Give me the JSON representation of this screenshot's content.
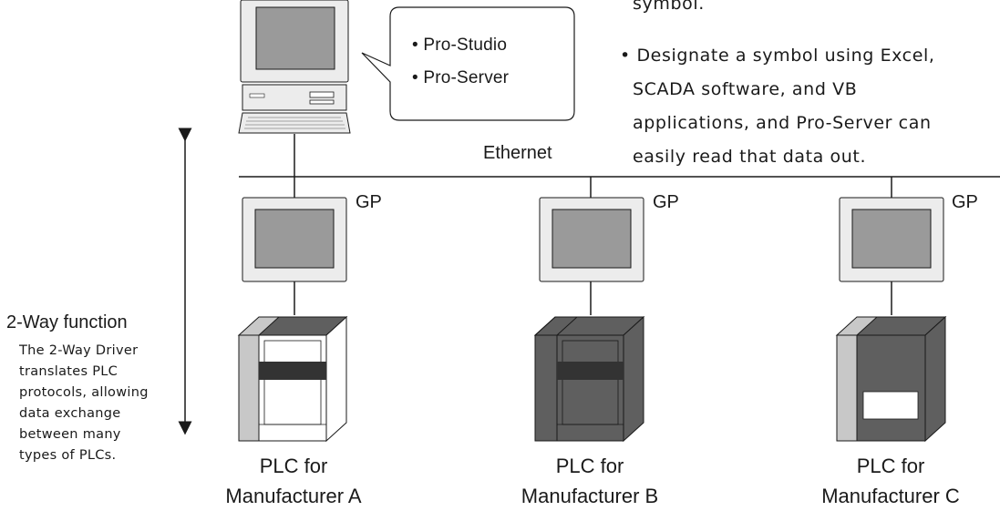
{
  "callout": {
    "items": [
      "• Pro-Studio",
      "• Pro-Server"
    ]
  },
  "network": {
    "label": "Ethernet"
  },
  "notes": {
    "lines": [
      "symbol.",
      "• Designate a symbol using Excel,",
      "SCADA software, and VB",
      "applications, and Pro-Server can",
      "easily read that data out."
    ]
  },
  "two_way": {
    "title": "2-Way function",
    "description_lines": [
      "The 2-Way Driver",
      "translates PLC",
      "protocols, allowing",
      "data exchange",
      "between many",
      "types of PLCs."
    ]
  },
  "gp_label": "GP",
  "plcs": [
    {
      "caption_line1": "PLC for",
      "caption_line2": "Manufacturer A"
    },
    {
      "caption_line1": "PLC for",
      "caption_line2": "Manufacturer B"
    },
    {
      "caption_line1": "PLC for",
      "caption_line2": "Manufacturer C"
    }
  ],
  "colors": {
    "line": "#1a1a1a",
    "screen": "#9a9a9a",
    "panel_dark": "#5f5f5f",
    "panel_light": "#c8c8c8",
    "bar": "#333333"
  }
}
